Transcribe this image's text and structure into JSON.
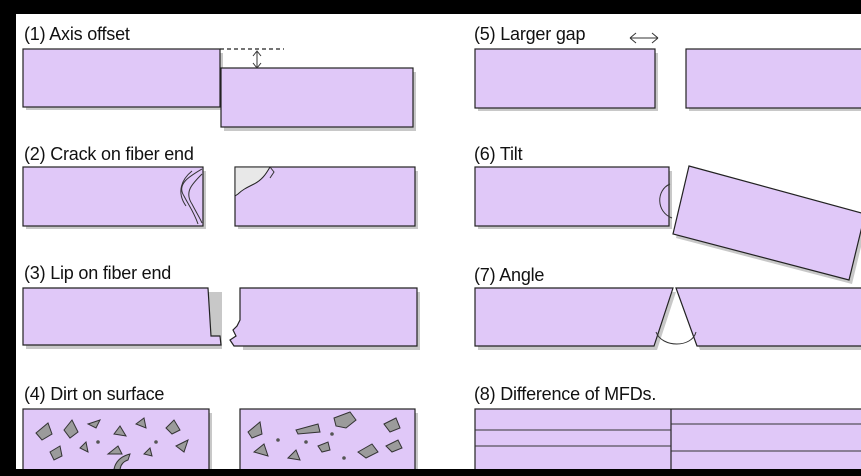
{
  "panels": [
    {
      "label": "(1) Axis offset"
    },
    {
      "label": "(2) Crack on fiber end"
    },
    {
      "label": "(3) Lip on fiber end"
    },
    {
      "label": "(4) Dirt on surface"
    },
    {
      "label": "(5) Larger gap"
    },
    {
      "label": "(6) Tilt"
    },
    {
      "label": "(7) Angle"
    },
    {
      "label": "(8) Difference of MFDs."
    }
  ],
  "colors": {
    "fiber": "#e0c8f8",
    "frame": "#000000",
    "dirt": "#9b9b9b"
  }
}
